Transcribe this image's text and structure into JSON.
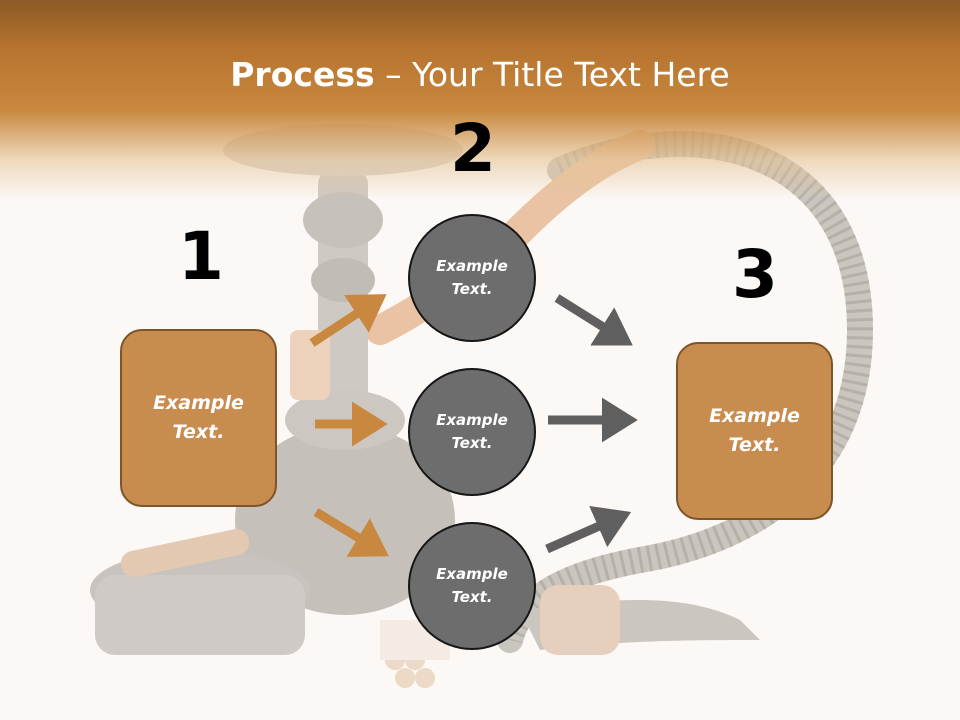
{
  "title": {
    "main": "Process",
    "rest": " – Your Title Text Here"
  },
  "steps": [
    {
      "number": "1",
      "text": [
        "Example",
        "Text."
      ]
    },
    {
      "number": "2",
      "items": [
        {
          "text": [
            "Example",
            "Text."
          ]
        },
        {
          "text": [
            "Example",
            "Text."
          ]
        },
        {
          "text": [
            "Example",
            "Text."
          ]
        }
      ]
    },
    {
      "number": "3",
      "text": [
        "Example",
        "Text."
      ]
    }
  ],
  "colors": {
    "accent": "#c98c4f",
    "accent_border": "#7d5528",
    "circle": "#6d6d6d",
    "arrow_left": "#c9883f",
    "arrow_right": "#5f5f5f",
    "title_band": "#b7742f"
  }
}
